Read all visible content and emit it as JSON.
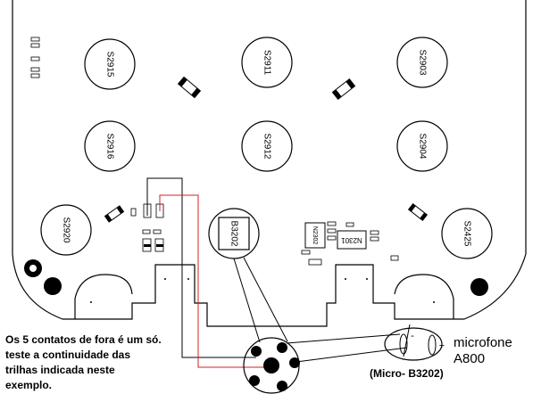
{
  "pads": {
    "s2915": "S2915",
    "s2911": "S2911",
    "s2903": "S2903",
    "s2916": "S2916",
    "s2912": "S2912",
    "s2904": "S2904",
    "s2920": "S2920",
    "s2425": "S2425"
  },
  "components": {
    "b3202": "B3202",
    "n2302": "N2302",
    "n2301": "N2301"
  },
  "annotation": {
    "lines": [
      "Os 5 contatos de fora é um só.",
      "teste a continuidade das",
      "trilhas indicada neste",
      "exemplo."
    ]
  },
  "microphone": {
    "name": "microfone",
    "model": "A800",
    "minus": "-",
    "plus": "+"
  },
  "micro_label": "(Micro- B3202)",
  "colors": {
    "trace_red": "#d42020",
    "ink": "#000000"
  }
}
